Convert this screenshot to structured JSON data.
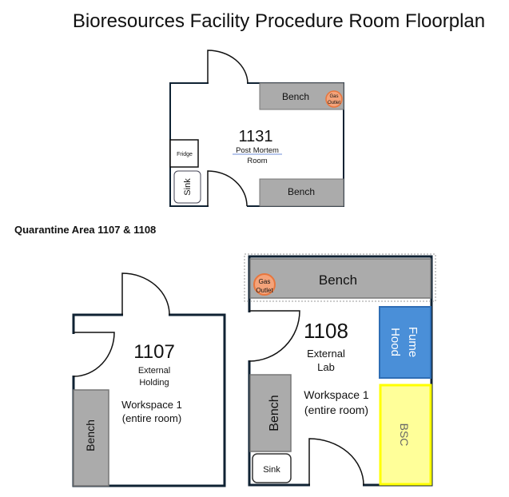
{
  "title": "Bioresources Facility Procedure Room Floorplan",
  "room_1131": {
    "number": "1131",
    "name_line1": "Post Mortem",
    "name_line2": "Room",
    "bench_top": "Bench",
    "bench_bottom": "Bench",
    "gas_line1": "Gas",
    "gas_line2": "Outlet",
    "fridge": "Fridge",
    "sink": "Sink"
  },
  "quarantine_label": "Quarantine Area 1107 & 1108",
  "room_1107": {
    "number": "1107",
    "name_line1": "External",
    "name_line2": "Holding",
    "workspace_line1": "Workspace 1",
    "workspace_line2": "(entire room)",
    "bench": "Bench"
  },
  "room_1108": {
    "number": "1108",
    "name_line1": "External",
    "name_line2": "Lab",
    "workspace_line1": "Workspace 1",
    "workspace_line2": "(entire room)",
    "bench_top": "Bench",
    "bench_left": "Bench",
    "gas_line1": "Gas",
    "gas_line2": "Outlet",
    "fume_line1": "Fume",
    "fume_line2": "Hood",
    "bsc": "BSC",
    "sink": "Sink"
  },
  "colors": {
    "wall": "#0f2233",
    "bench": "#ababab",
    "gas": "#f4a37a",
    "fume_hood": "#4a8fd8",
    "bsc": "#ffff99"
  }
}
